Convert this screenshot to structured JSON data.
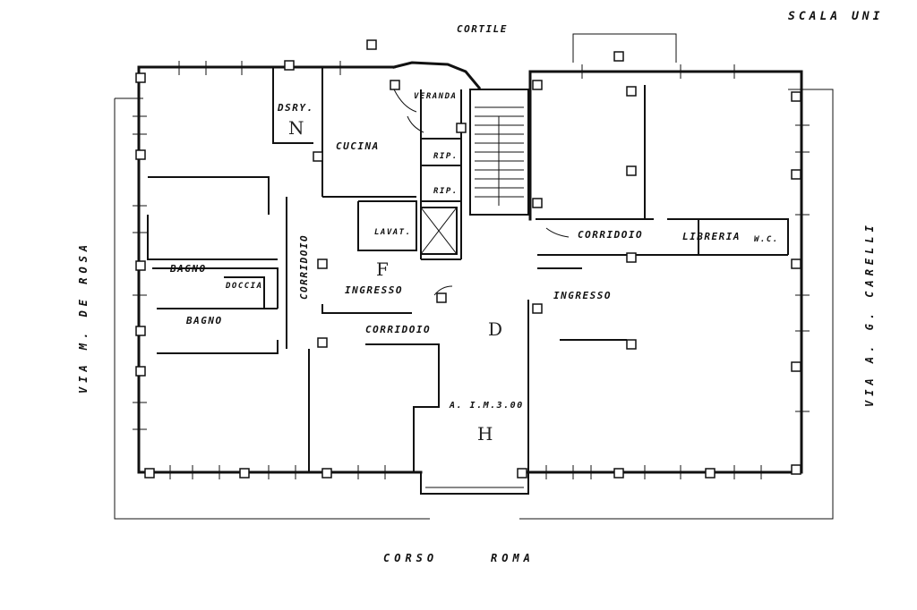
{
  "header": {
    "scale_label": "SCALA UNI",
    "courtyard_label": "CORTILE"
  },
  "streets": {
    "left": "VIA M. DE ROSA",
    "right": "VIA A. G. CARELLI",
    "bottom_a": "CORSO",
    "bottom_b": "ROMA"
  },
  "rooms": {
    "dispensa": "DSRY.",
    "veranda": "VERANDA",
    "cucina": "CUCINA",
    "rip1": "RIP.",
    "rip2": "RIP.",
    "lavatoio": "LAVAT.",
    "corridoio_v": "CORRIDOIO",
    "bagno1": "BAGNO",
    "doccia": "DOCCIA",
    "bagno2": "BAGNO",
    "ingresso_left": "INGRESSO",
    "corridoio_h": "CORRIDOIO",
    "corridoio_right": "CORRIDOIO",
    "libreria": "LIBRERIA",
    "wc": "W.C.",
    "ingresso_right": "INGRESSO",
    "height_note": "A. I.M.3.00"
  },
  "marks": {
    "n": "N",
    "f": "F",
    "d": "D",
    "h": "H"
  }
}
